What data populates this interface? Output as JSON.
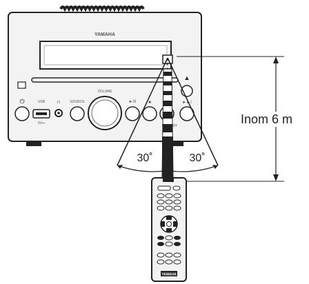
{
  "device": {
    "brand": "YAMAHA",
    "panel_labels": {
      "usb": "USB",
      "usb_sub": "5V⎓",
      "source": "SOURCE",
      "volume": "VOLUME",
      "play_pause": "►/II",
      "stop": "■",
      "memory": "MEMORY",
      "next": "►►I"
    }
  },
  "remote": {
    "brand": "YAMAHA"
  },
  "diagram": {
    "distance_label": "Inom 6 m",
    "angle_left": "30˚",
    "angle_right": "30˚"
  },
  "colors": {
    "line": "#222222",
    "panel_fill": "#f3f3f3",
    "beam_light": "#d8d8d8"
  }
}
